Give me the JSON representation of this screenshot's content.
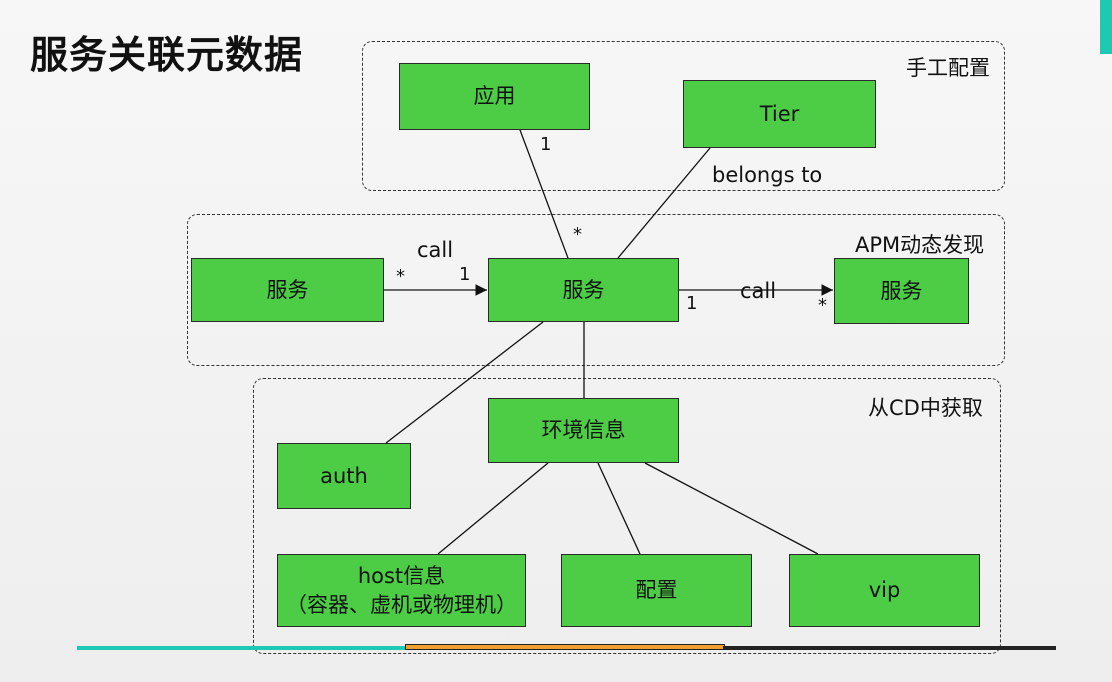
{
  "page_title": "服务关联元数据",
  "regions": {
    "manual": "手工配置",
    "apm": "APM动态发现",
    "cd": "从CD中获取"
  },
  "nodes": {
    "app": "应用",
    "tier": "Tier",
    "service_left": "服务",
    "service_center": "服务",
    "service_right": "服务",
    "env_info": "环境信息",
    "auth": "auth",
    "host_line1": "host信息",
    "host_line2": "（容器、虚机或物理机）",
    "config": "配置",
    "vip": "vip"
  },
  "edge_labels": {
    "belongs_to": "belongs to",
    "call_left": "call",
    "call_right": "call"
  },
  "multiplicities": {
    "app_one": "1",
    "app_many": "*",
    "left_many": "*",
    "left_one": "1",
    "right_one": "1",
    "right_many": "*"
  },
  "colors": {
    "node_fill": "#4ccd45",
    "accent": "#1ec9b4",
    "bar_cyan": "#1ec9b4",
    "bar_orange": "#f0a030",
    "bar_dark": "#222222"
  }
}
